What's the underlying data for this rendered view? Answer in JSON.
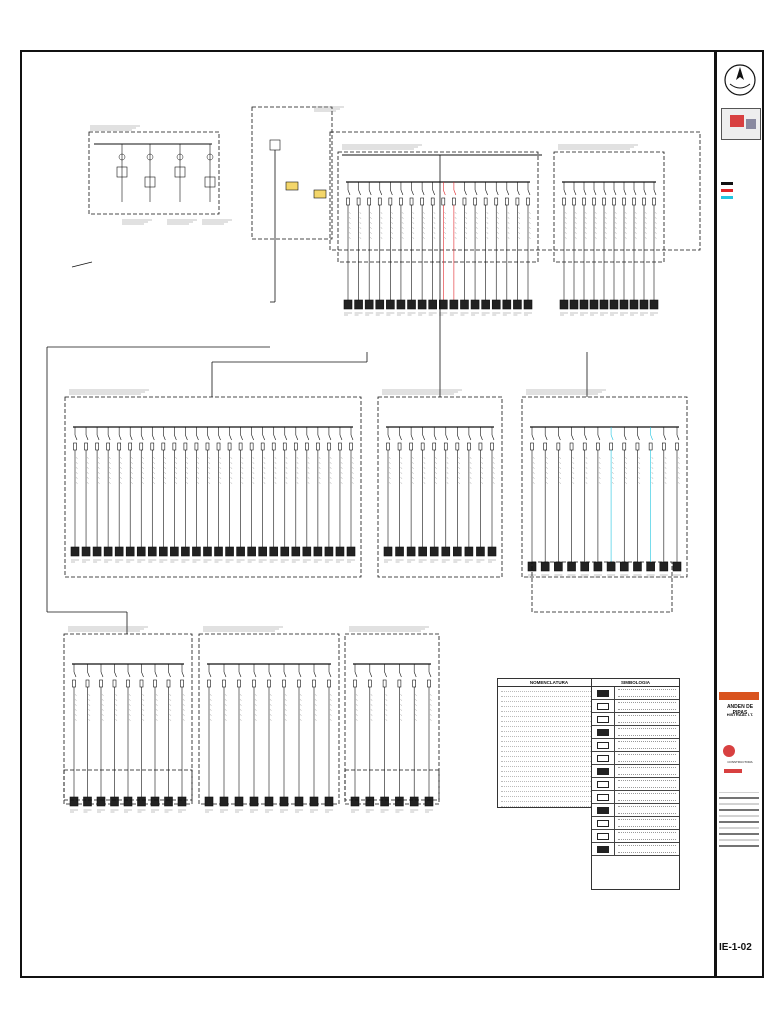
{
  "sheet": {
    "sheet_number": "IE-1-02",
    "project_title": "ANDEN DE PIPAS",
    "project_subtitle": "HISTRAAL I.T.",
    "company": "CONSTRUCTORA",
    "brand_color": "#d9531e",
    "line_color": "#111111",
    "highlight_red": "#e0262a",
    "highlight_cyan": "#20c4e0"
  },
  "legends": {
    "nomenclature_title": "NOMENCLATURA",
    "symbology_title": "SIMBOLOGIA",
    "symbology_rows": 13
  },
  "titleblock": {
    "key_items": [
      "",
      "",
      ""
    ],
    "key_colors": [
      "#111111",
      "#e0262a",
      "#20c4e0"
    ]
  }
}
